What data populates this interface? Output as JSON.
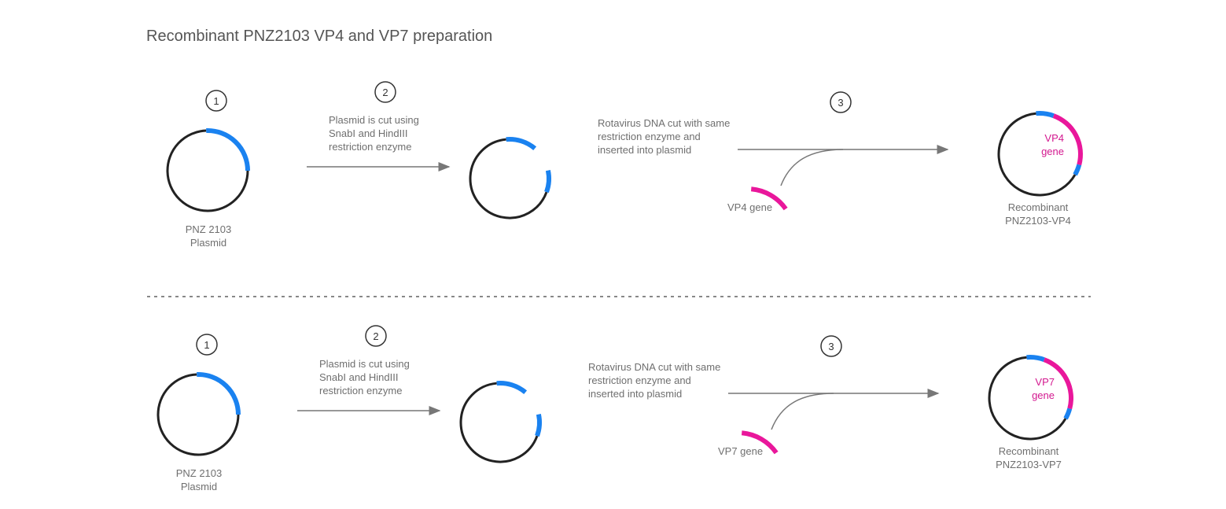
{
  "title": "Recombinant PNZ2103 VP4 and VP7 preparation",
  "colors": {
    "backbone": "#222222",
    "site": "#1a82f0",
    "gene": "#e9179b",
    "arrow": "#777777"
  },
  "rows": [
    {
      "step1": "1",
      "step2": "2",
      "step3": "3",
      "plasmid_label": [
        "PNZ 2103",
        "Plasmid"
      ],
      "cut_text": [
        "Plasmid is cut using",
        "SnabI and HindIII",
        "restriction enzyme"
      ],
      "insert_text": [
        "Rotavirus  DNA cut with same",
        "restriction enzyme and",
        "inserted into plasmid"
      ],
      "gene_label": "VP4 gene",
      "inner_gene": [
        "VP4",
        "gene"
      ],
      "result_label": [
        "Recombinant",
        "PNZ2103-VP4"
      ]
    },
    {
      "step1": "1",
      "step2": "2",
      "step3": "3",
      "plasmid_label": [
        "PNZ 2103",
        "Plasmid"
      ],
      "cut_text": [
        "Plasmid is cut using",
        "SnabI and HindIII",
        "restriction enzyme"
      ],
      "insert_text": [
        "Rotavirus  DNA cut with same",
        "restriction enzyme and",
        "inserted into plasmid"
      ],
      "gene_label": "VP7 gene",
      "inner_gene": [
        "VP7",
        "gene"
      ],
      "result_label": [
        "Recombinant",
        "PNZ2103-VP7"
      ]
    }
  ]
}
